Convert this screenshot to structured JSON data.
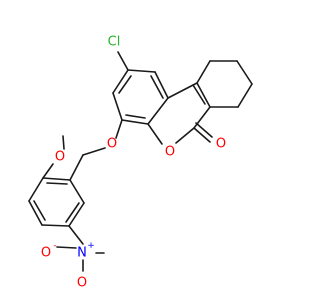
{
  "molecule": {
    "atoms": [
      {
        "id": "cl",
        "label": "Cl",
        "color": "#2ab52a"
      },
      {
        "id": "o_ether",
        "label": "O",
        "color": "#ff0000"
      },
      {
        "id": "o_ring",
        "label": "O",
        "color": "#ff0000"
      },
      {
        "id": "o_carbonyl",
        "label": "O",
        "color": "#ff0000"
      },
      {
        "id": "o_methoxy",
        "label": "O",
        "color": "#ff0000"
      },
      {
        "id": "n_nitro",
        "label": "N",
        "color": "#0000ff",
        "charge": "+"
      },
      {
        "id": "o_nitro_a",
        "label": "O",
        "color": "#ff0000",
        "charge": "-"
      },
      {
        "id": "o_nitro_b",
        "label": "O",
        "color": "#ff0000"
      }
    ],
    "bond_color": "#1a1a1a"
  }
}
